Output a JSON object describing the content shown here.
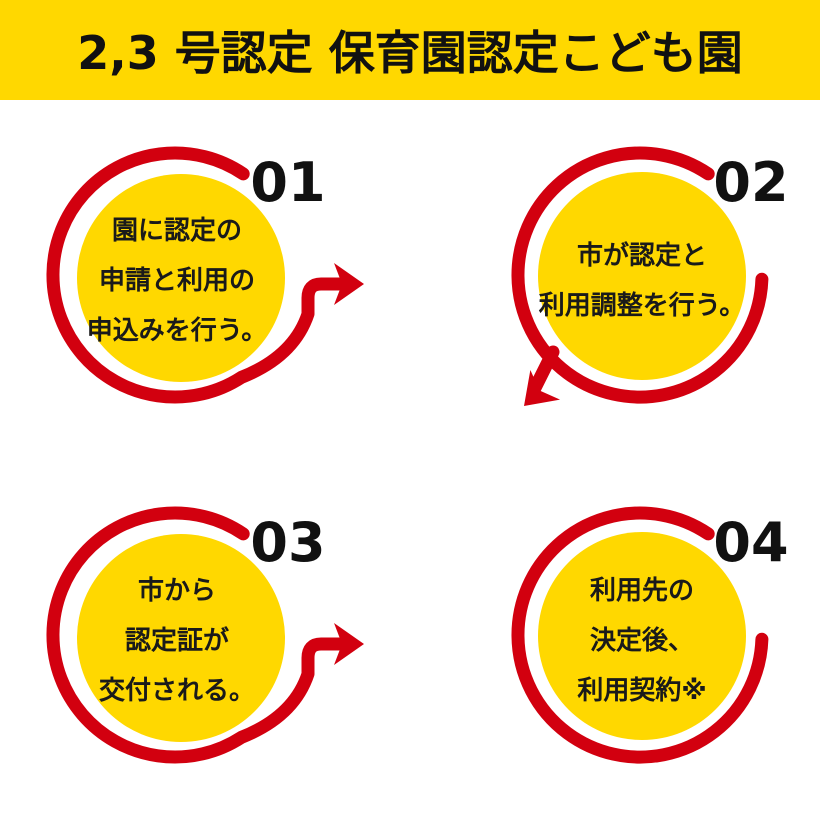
{
  "header": {
    "title": "2,3 号認定 保育園認定こども園",
    "background_color": "#FFD800",
    "text_color": "#111111"
  },
  "colors": {
    "accent_red": "#D2000F",
    "circle_yellow": "#FFD800",
    "body_text": "#1A1A1A",
    "page_background": "#ffffff"
  },
  "steps": [
    {
      "number": "01",
      "lines": [
        "園に認定の",
        "申請と利用の",
        "申込みを行う。"
      ],
      "arrow": "right"
    },
    {
      "number": "02",
      "lines": [
        "市が認定と",
        "利用調整を行う。"
      ],
      "arrow": "down-left"
    },
    {
      "number": "03",
      "lines": [
        "市から",
        "認定証が",
        "交付される。"
      ],
      "arrow": "right"
    },
    {
      "number": "04",
      "lines": [
        "利用先の",
        "決定後、",
        "利用契約※"
      ],
      "arrow": "none"
    }
  ]
}
